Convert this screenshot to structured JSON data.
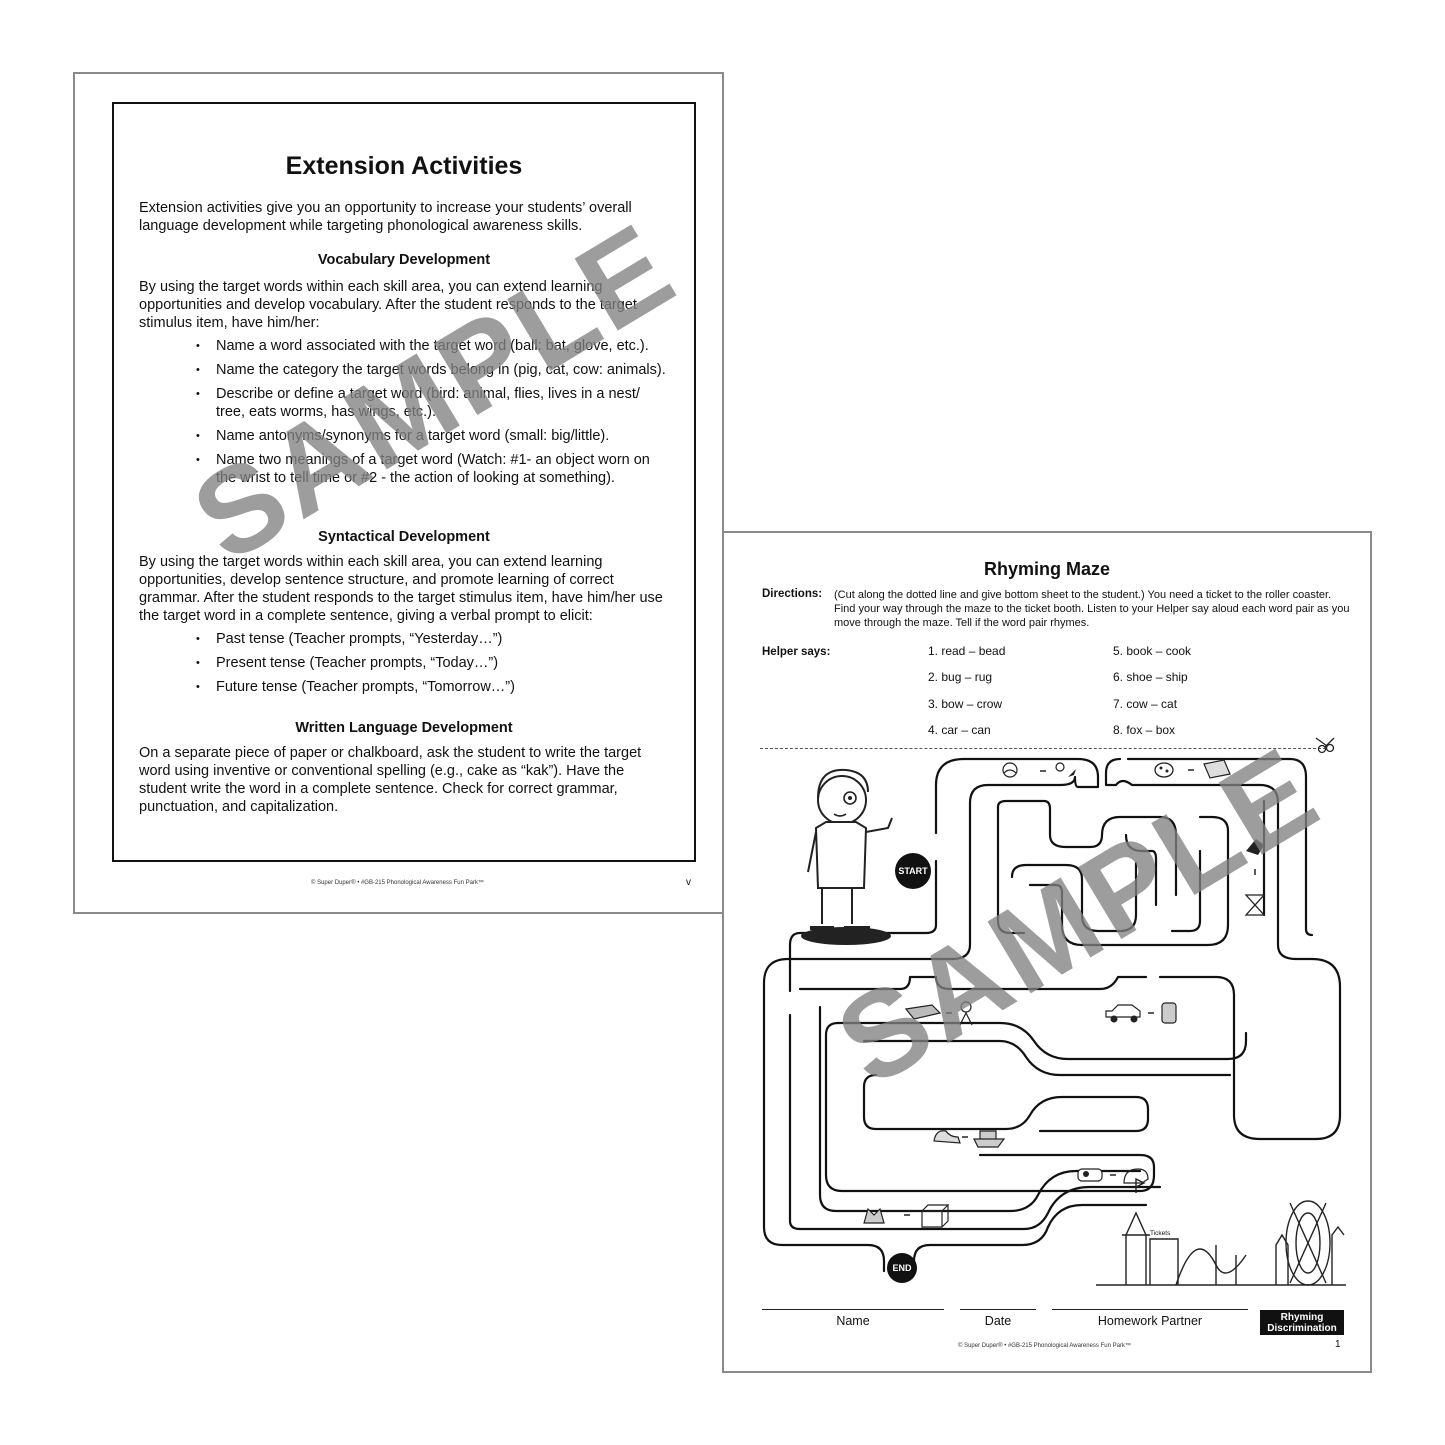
{
  "left_page": {
    "title": "Extension Activities",
    "intro": "Extension activities give you an opportunity to increase your students’ overall language development while targeting phonological awareness skills.",
    "vocab": {
      "heading": "Vocabulary Development",
      "text": "By using the target words within each skill area, you can extend learning opportunities and develop vocabulary.  After the student responds to the target stimulus item, have him/her:",
      "items": [
        "Name a word associated with the target word (ball: bat, glove, etc.).",
        "Name the category the target words belong in (pig, cat, cow: animals).",
        "Describe or define a target word (bird: animal, flies, lives in a nest/ tree, eats worms, has wings, etc.).",
        "Name antonyms/synonyms for a target word (small: big/little).",
        "Name two meanings of a target word (Watch: #1- an object worn on the wrist to tell time or #2 - the action of looking at something)."
      ]
    },
    "syntax": {
      "heading": "Syntactical Development",
      "text": "By using the target words within each skill area, you can extend learning opportunities, develop sentence structure, and promote learning of correct grammar.  After the student responds to the target stimulus item, have him/her use the target word in a complete sentence, giving a verbal prompt to elicit:",
      "items": [
        "Past tense (Teacher prompts, “Yesterday…”)",
        "Present tense (Teacher prompts, “Today…”)",
        "Future tense (Teacher prompts, “Tomorrow…”)"
      ]
    },
    "written": {
      "heading": "Written Language Development",
      "text": "On a separate piece of paper or chalkboard, ask the student to write the target word using inventive or conventional spelling (e.g., cake as “kak”).  Have the student write the word in a complete sentence.  Check for correct grammar, punctuation, and capitalization."
    },
    "footer": "© Super Duper® • #GB-215 Phonological Awareness Fun Park™",
    "page_number": "v",
    "watermark": "SAMPLE"
  },
  "right_page": {
    "title": "Rhyming Maze",
    "directions_label": "Directions:",
    "directions_text": "(Cut along the dotted line and give bottom sheet to the student.)  You need a ticket to the roller coaster. Find your way through the maze to the ticket booth.  Listen to your Helper say aloud each word pair as you move through the maze.  Tell if the word pair rhymes.",
    "helper_label": "Helper says:",
    "pairs": [
      "1. read – bead",
      "2. bug – rug",
      "3. bow – crow",
      "4. car – can",
      "5. book – cook",
      "6. shoe – ship",
      "7. cow – cat",
      "8. fox – box"
    ],
    "start_label": "START",
    "end_label": "END",
    "tickets_label": "Tickets",
    "field_labels": [
      "Name",
      "Date",
      "Homework Partner"
    ],
    "badge_lines": [
      "Rhyming",
      "Discrimination"
    ],
    "footer": "© Super Duper® • #GB-215 Phonological Awareness Fun Park™",
    "page_number": "1",
    "watermark": "SAMPLE"
  }
}
